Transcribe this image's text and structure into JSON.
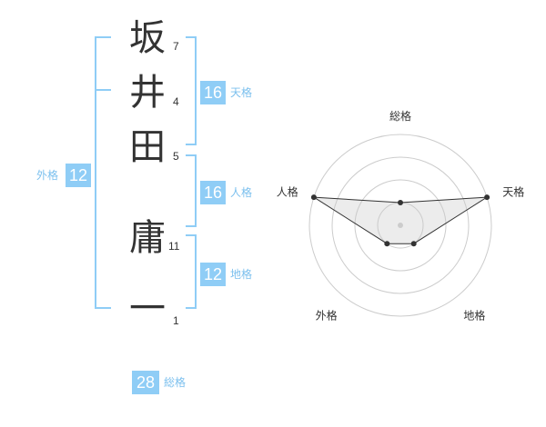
{
  "name": {
    "chars": [
      {
        "char": "坂",
        "strokes": "7"
      },
      {
        "char": "井",
        "strokes": "4"
      },
      {
        "char": "田",
        "strokes": "5"
      },
      {
        "char": "庸",
        "strokes": "11"
      },
      {
        "char": "一",
        "strokes": "1"
      }
    ]
  },
  "fortunes": {
    "tenkaku": {
      "value": "16",
      "label": "天格"
    },
    "jinkaku": {
      "value": "16",
      "label": "人格"
    },
    "chikaku": {
      "value": "12",
      "label": "地格"
    },
    "gaikaku": {
      "value": "12",
      "label": "外格"
    },
    "soukaku": {
      "value": "28",
      "label": "総格"
    }
  },
  "colors": {
    "accent": "#8fcdf6",
    "accent_text": "#7cc0ee",
    "text": "#333333"
  },
  "chart_data": {
    "type": "radar",
    "axes": [
      "総格",
      "天格",
      "地格",
      "外格",
      "人格"
    ],
    "values": [
      0.25,
      1.0,
      0.25,
      0.25,
      1.0
    ],
    "rings": 4,
    "grid": true
  }
}
